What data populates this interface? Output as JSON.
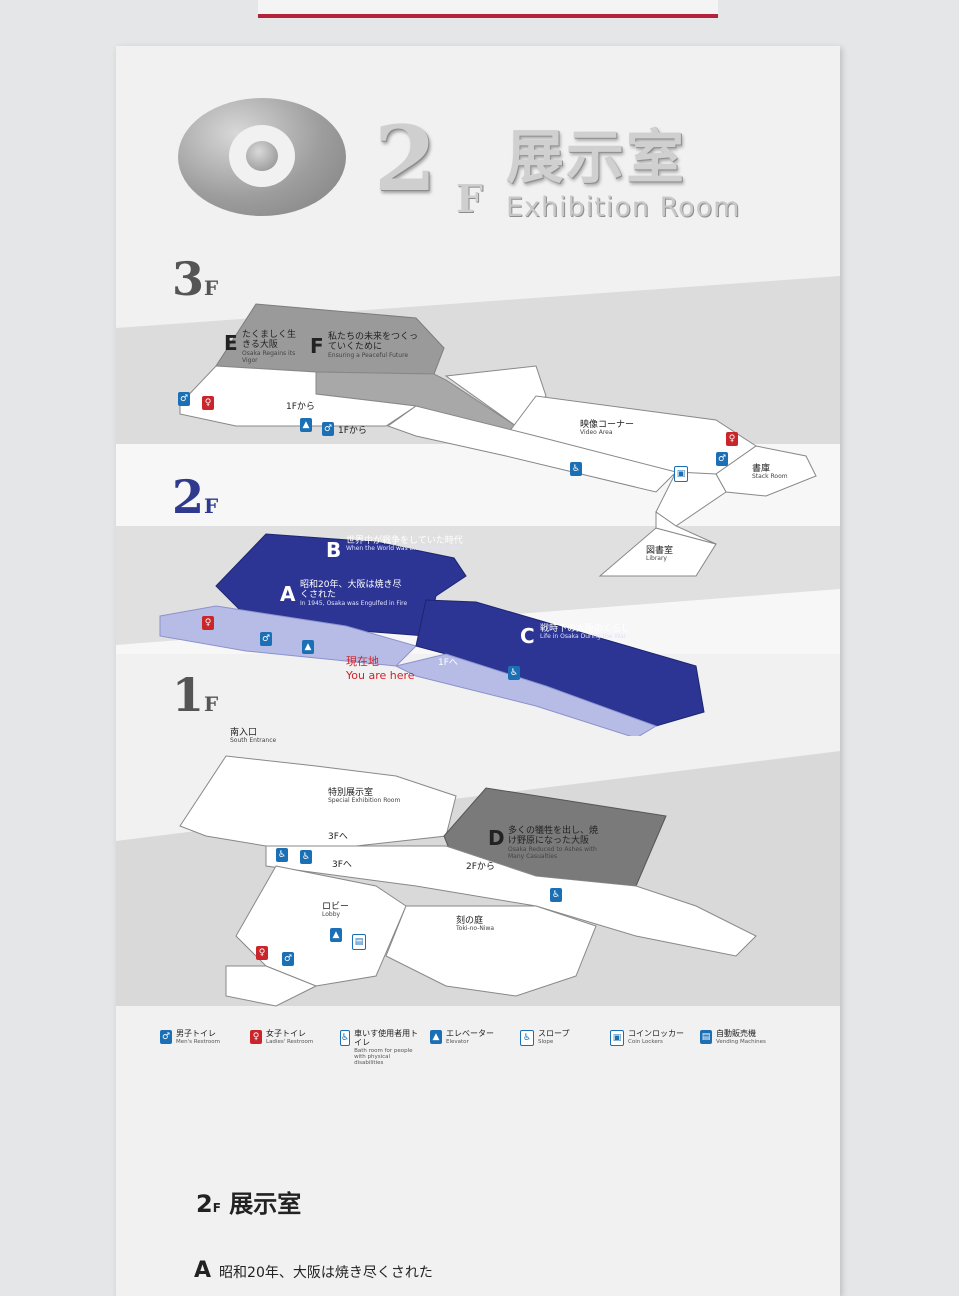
{
  "header": {
    "floor_num": "2",
    "floor_suffix": "F",
    "title_jp": "展示室",
    "title_en": "Exhibition Room"
  },
  "floors": {
    "f3": {
      "num": "3",
      "suffix": "F"
    },
    "f2": {
      "num": "2",
      "suffix": "F"
    },
    "f1": {
      "num": "1",
      "suffix": "F"
    }
  },
  "map3f": {
    "zone_e": {
      "letter": "E",
      "jp": "たくましく生きる大阪",
      "en": "Osaka Regains its Vigor"
    },
    "zone_f": {
      "letter": "F",
      "jp": "私たちの未来をつくっていくために",
      "en": "Ensuring a Peaceful Future"
    },
    "from1f_a": "1Fから",
    "from1f_b": "1Fから",
    "video_jp": "映像コーナー",
    "video_en": "Video Area",
    "stack_jp": "書庫",
    "stack_en": "Stack Room",
    "library_jp": "図書室",
    "library_en": "Library"
  },
  "map2f": {
    "zone_b": {
      "letter": "B",
      "jp": "世界中が戦争をしていた時代",
      "en": "When the World was Embroiled in War"
    },
    "zone_a": {
      "letter": "A",
      "jp": "昭和20年、大阪は焼き尽くされた",
      "en": "In 1945, Osaka was Engulfed in Fire"
    },
    "zone_c": {
      "letter": "C",
      "jp": "戦時下の大阪のくらし",
      "en": "Life in Osaka During the War"
    },
    "to1f": "1Fへ",
    "here_jp": "現在地",
    "here_en": "You are here"
  },
  "map1f": {
    "south_jp": "南入口",
    "south_en": "South Entrance",
    "special_jp": "特別展示室",
    "special_en": "Special Exhibition Room",
    "zone_d": {
      "letter": "D",
      "jp": "多くの犠牲を出し、焼け野原になった大阪",
      "en": "Osaka Reduced to Ashes with Many Casualties"
    },
    "to3f_a": "3Fへ",
    "to3f_b": "3Fへ",
    "from2f": "2Fから",
    "lobby_jp": "ロビー",
    "lobby_en": "Lobby",
    "toki_jp": "刻の庭",
    "toki_en": "Toki-no-Niwa"
  },
  "legend": [
    {
      "icon": "mens-restroom-icon",
      "jp": "男子トイレ",
      "en": "Men's Restroom"
    },
    {
      "icon": "ladies-restroom-icon",
      "jp": "女子トイレ",
      "en": "Ladies' Restroom"
    },
    {
      "icon": "accessible-restroom-icon",
      "jp": "車いす使用者用トイレ",
      "en": "Bath room for people with physical disabilities"
    },
    {
      "icon": "elevator-icon",
      "jp": "エレベーター",
      "en": "Elevator"
    },
    {
      "icon": "slope-icon",
      "jp": "スロープ",
      "en": "Slope"
    },
    {
      "icon": "coin-locker-icon",
      "jp": "コインロッカー",
      "en": "Coin Lockers"
    },
    {
      "icon": "vending-machine-icon",
      "jp": "自動販売機",
      "en": "Vending Machines"
    }
  ],
  "section": {
    "floor_num": "2",
    "floor_suffix": "F",
    "title": "展示室",
    "item_a_letter": "A",
    "item_a_text": "昭和20年、大阪は焼き尽くされた"
  },
  "colors": {
    "exhibit_blue": "#2c3594",
    "light_blue": "#b7bce6",
    "accent_red": "#d0222b",
    "icon_blue": "#1b6fb5"
  }
}
